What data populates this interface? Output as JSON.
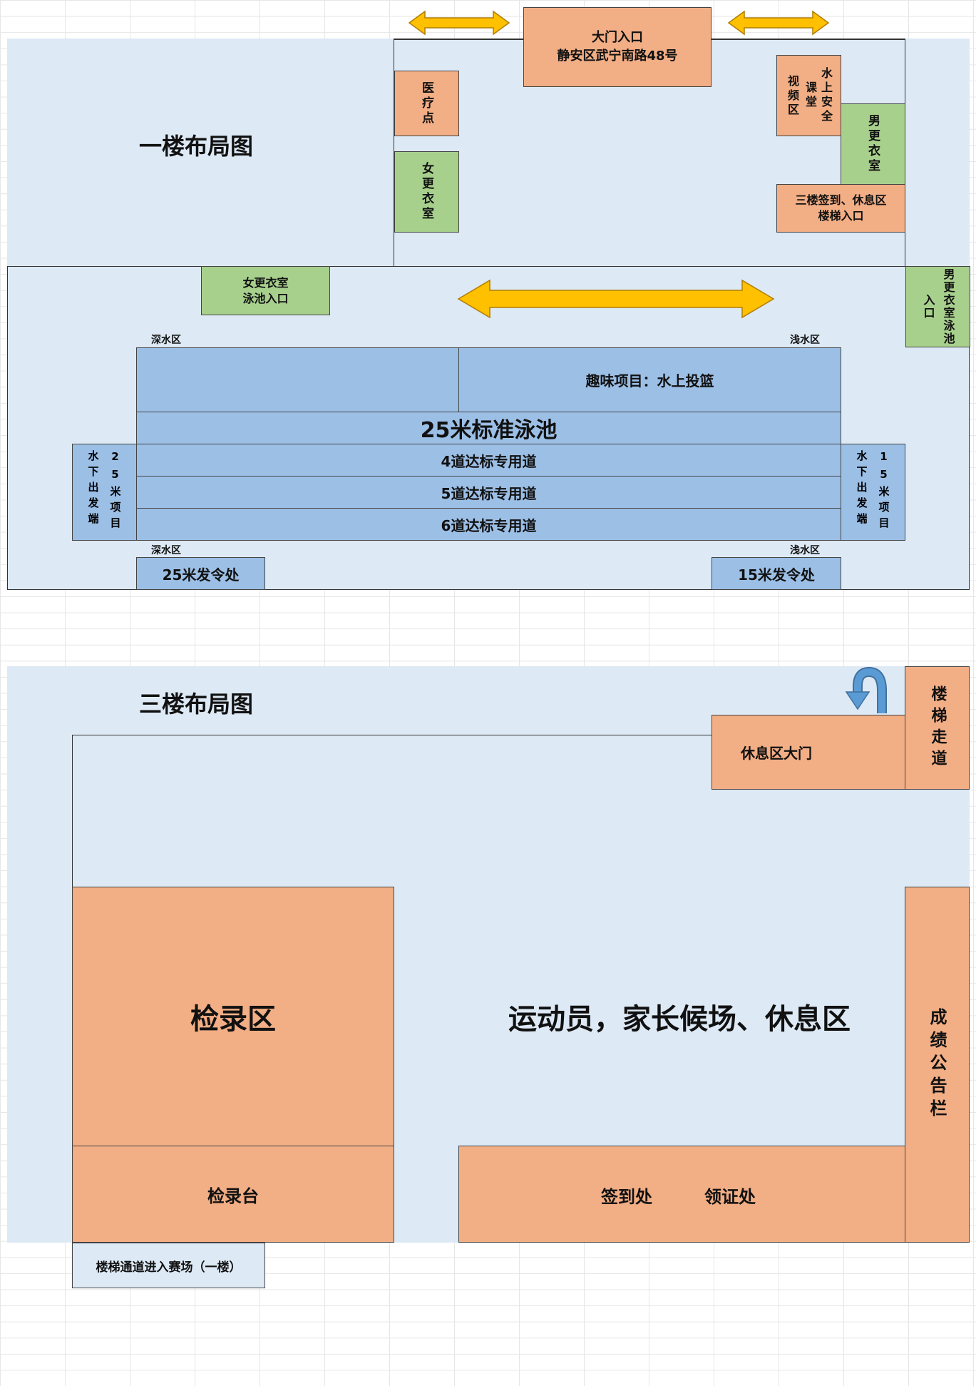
{
  "floor1": {
    "title": "一楼布局图",
    "main_entrance": [
      "大门入口",
      "静安区武宁南路48号"
    ],
    "medical": "医疗点",
    "women_locker": "女更衣室",
    "video_zone": "视频区",
    "water_safety": "水上安全课堂",
    "men_locker": "男更衣室",
    "stairs_3f": [
      "三楼签到、休息区",
      "楼梯入口"
    ],
    "women_pool_entry": [
      "女更衣室",
      "泳池入口"
    ],
    "men_pool_entry": "男更衣室泳池入口",
    "deep_label": "深水区",
    "shallow_label": "浅水区",
    "fun_item": "趣味项目：水上投篮",
    "pool_title": "25米标准泳池",
    "lanes": [
      "4道达标专用道",
      "5道达标专用道",
      "6道达标专用道"
    ],
    "left_start": [
      "水下出发端",
      "25米项目"
    ],
    "right_start": [
      "水下出发端",
      "15米项目"
    ],
    "start_25": "25米发令处",
    "start_15": "15米发令处"
  },
  "floor3": {
    "title": "三楼布局图",
    "rest_gate": "休息区大门",
    "stair_corridor": "楼梯走道",
    "check_in_area": "检录区",
    "waiting_area": "运动员，家长候场、休息区",
    "results_board": "成绩公告栏",
    "check_desk": "检录台",
    "sign_in": "签到处",
    "certificate": "领证处",
    "stair_to_1f": "楼梯通道进入赛场（一楼）"
  },
  "colors": {
    "background": "#dde9f5",
    "orange": "#f2ae85",
    "green": "#a8d08d",
    "pool": "#9cbfe6",
    "arrow_yellow": "#ffc000",
    "arrow_blue": "#5b9bd5"
  }
}
